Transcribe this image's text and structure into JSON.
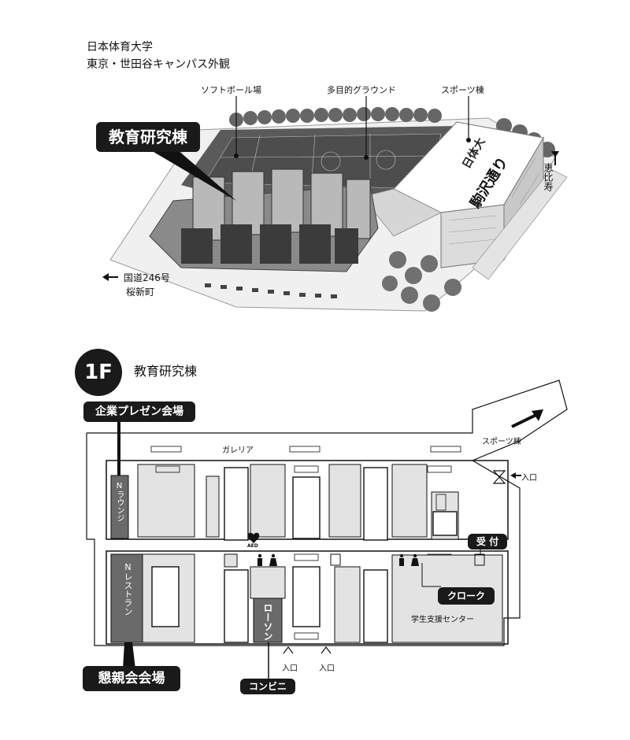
{
  "header": {
    "line1": "日本体育大学",
    "line2": "東京・世田谷キャンパス外観"
  },
  "aerial": {
    "labels": {
      "softball": "ソフトボール場",
      "ground": "多目的グラウンド",
      "sports": "スポーツ棟",
      "education": "教育研究棟",
      "road_main": "駒沢通り",
      "road_side": "恵比寿",
      "route_line1": "国道246号",
      "route_line2": "桜新町",
      "roof_logo": "日体大"
    }
  },
  "floor": {
    "badge": "1F",
    "building": "教育研究棟",
    "labels": {
      "corporate_hall": "企業プレゼン会場",
      "n_lounge": "Nラウンジ",
      "n_restaurant": "Nレストラン",
      "social_hall": "懇親会会場",
      "convenience": "コンビニ",
      "lawson": "ローソン",
      "galleria": "ガレリア",
      "sports_bldg": "スポーツ棟",
      "entrance_right": "入口",
      "entrance_left": "入口",
      "entrance_mid": "入口",
      "reception": "受 付",
      "cloak": "クローク",
      "student_center": "学生支援センター",
      "aed": "AED"
    }
  },
  "colors": {
    "dark": "#1a1a1a",
    "room_gray": "#e3e3e3",
    "room_dark": "#6a6a6a"
  }
}
